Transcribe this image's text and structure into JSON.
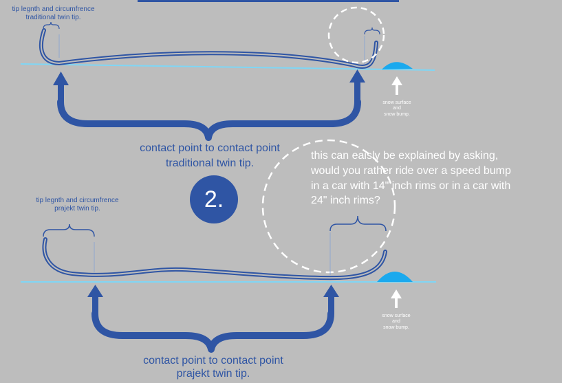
{
  "diagram_1": {
    "tip_label_line1": "tip legnth and circumfrence",
    "tip_label_line2": "traditional twin tip.",
    "snow_label_line1": "snow surface",
    "snow_label_line2": "and",
    "snow_label_line3": "snow bump.",
    "contact_label_line1": "contact point to contact point",
    "contact_label_line2": "traditional twin tip."
  },
  "badge": {
    "number": "2."
  },
  "explanation": {
    "line1": "this can eaisly be explained  by asking,",
    "line2": "would you rather ride over a speed bump",
    "line3": "in a car with 14\" inch rims or in a car with",
    "line4": "24\" inch rims?"
  },
  "diagram_2": {
    "tip_label_line1": "tip legnth and circumfrence",
    "tip_label_line2": "prajekt  twin tip.",
    "snow_label_line1": "snow surface",
    "snow_label_line2": "and",
    "snow_label_line3": "snow bump.",
    "contact_label_line1": "contact point to contact point",
    "contact_label_line2": "prajekt twin tip."
  },
  "colors": {
    "background": "#bdbdbd",
    "primary_blue": "#2f55a4",
    "snow_line": "#7fd6f5",
    "bump": "#1aa9ee",
    "white": "#ffffff"
  },
  "icons": [
    "up-arrow",
    "curly-brace",
    "snow-bump",
    "dashed-circle"
  ]
}
